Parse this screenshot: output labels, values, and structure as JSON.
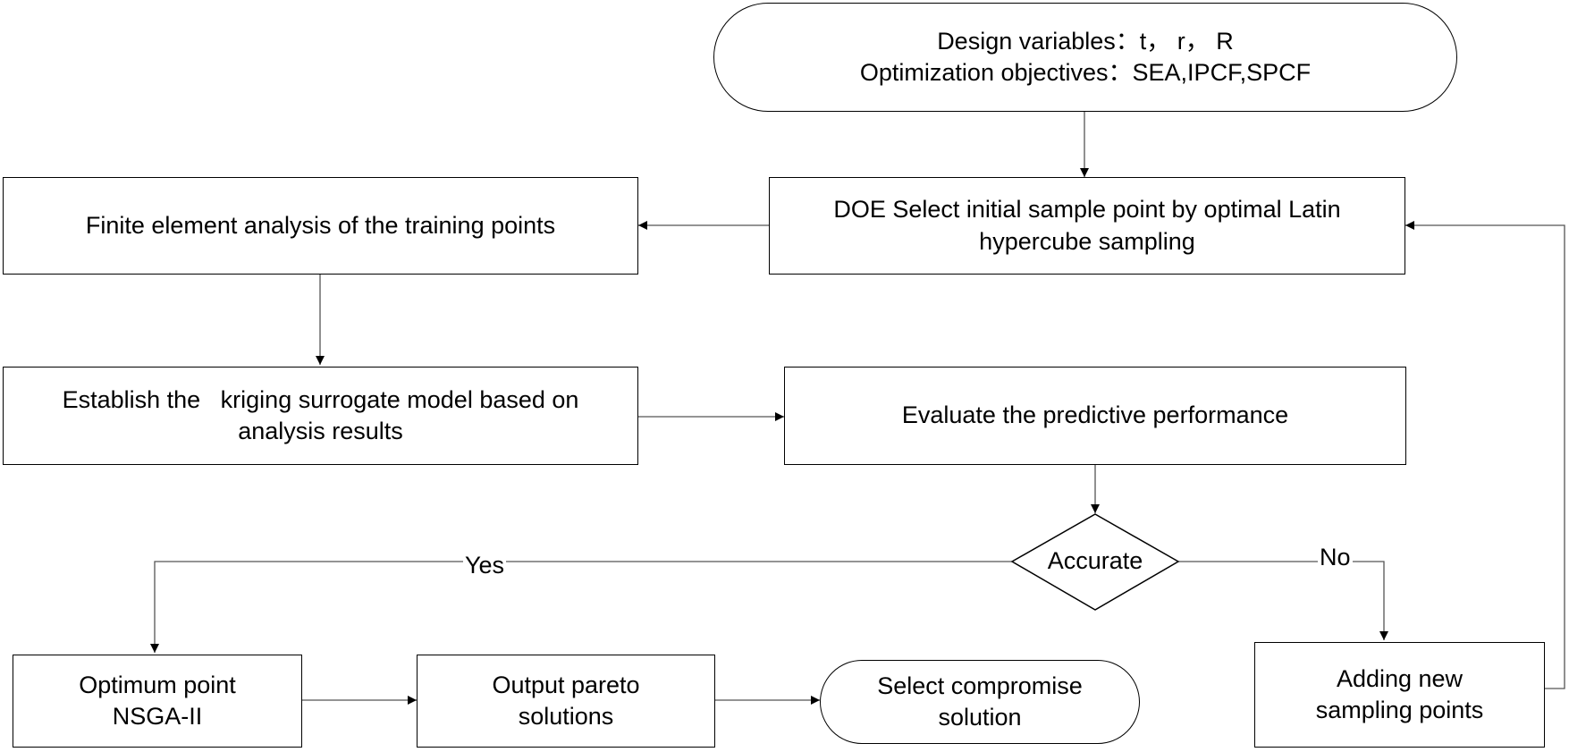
{
  "nodes": {
    "start": {
      "line1": "Design variables：t， r， R",
      "line2": "Optimization objectives：SEA,IPCF,SPCF"
    },
    "doe": {
      "line1": "DOE Select initial sample point by optimal Latin",
      "line2": "hypercube sampling"
    },
    "fea": {
      "text": "Finite element analysis of the training points"
    },
    "kriging": {
      "line1": "Establish the   kriging surrogate model based on",
      "line2": "analysis results"
    },
    "evaluate": {
      "text": "Evaluate the predictive performance"
    },
    "decision": {
      "text": "Accurate"
    },
    "optimum": {
      "line1": "Optimum point",
      "line2": "NSGA-II"
    },
    "pareto": {
      "line1": "Output pareto",
      "line2": "solutions"
    },
    "compromise": {
      "line1": "Select compromise",
      "line2": "solution"
    },
    "adding": {
      "line1": "Adding new",
      "line2": "sampling points"
    }
  },
  "edge_labels": {
    "yes": "Yes",
    "no": "No"
  }
}
